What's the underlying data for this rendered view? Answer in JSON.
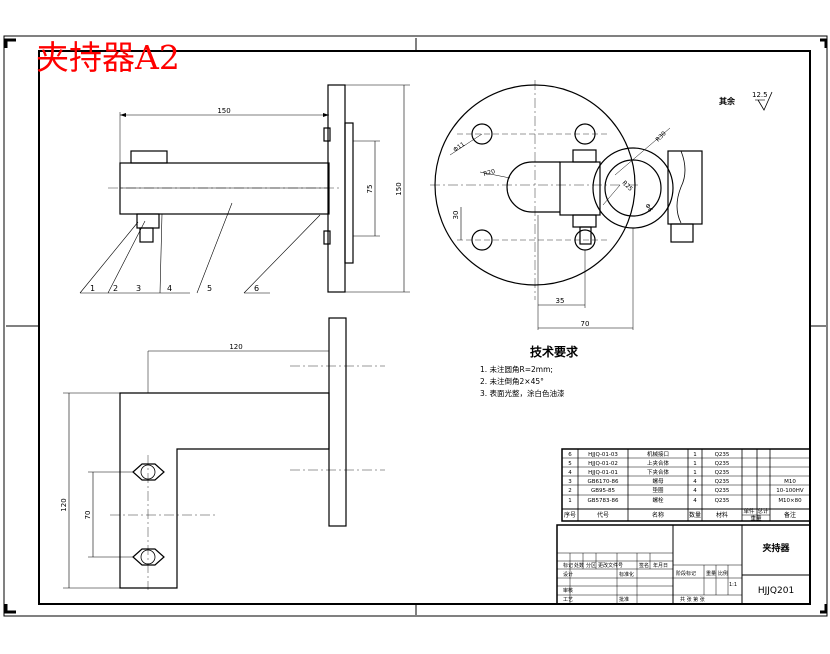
{
  "title": "夹持器A2",
  "roughness": {
    "label": "其余",
    "value": "12.5"
  },
  "dims": {
    "d150_top": "150",
    "d75": "75",
    "d150_side": "150",
    "d35": "35",
    "d70": "70",
    "d120_top": "120",
    "d120_side": "120",
    "d70_side": "70",
    "d30": "30",
    "r20": "R20",
    "r30": "R30",
    "r25": "R25",
    "m_left": "Φ11",
    "m_right": "Φ6"
  },
  "balloons": [
    "1",
    "2",
    "3",
    "4",
    "5",
    "6"
  ],
  "tech": {
    "heading": "技术要求",
    "items": [
      "1. 未注圆角R=2mm;",
      "2. 未注倒角2×45°",
      "3. 表面光整，涂白色油漆"
    ]
  },
  "parts_table": {
    "rows": [
      [
        "6",
        "HJJQ-01-03",
        "机械接口",
        "1",
        "Q235",
        "",
        "",
        ""
      ],
      [
        "5",
        "HJJQ-01-02",
        "上夹合体",
        "1",
        "Q235",
        "",
        "",
        ""
      ],
      [
        "4",
        "HJJQ-01-01",
        "下夹合体",
        "1",
        "Q235",
        "",
        "",
        ""
      ],
      [
        "3",
        "GB6170-86",
        "螺母",
        "4",
        "Q235",
        "",
        "",
        "M10"
      ],
      [
        "2",
        "GB95-85",
        "垫圈",
        "4",
        "Q235",
        "",
        "",
        "10-100HV"
      ],
      [
        "1",
        "GB5783-86",
        "螺栓",
        "4",
        "Q235",
        "",
        "",
        "M10×80"
      ]
    ],
    "header": [
      "序号",
      "代号",
      "名称",
      "数量",
      "材料",
      "单件",
      "总计",
      "备注"
    ],
    "header_sub": "重量"
  },
  "title_block": {
    "name": "夹持器",
    "code": "HJJQ201",
    "scale_label": "比例",
    "weight_label": "重量",
    "stage_label": "阶段标记",
    "scale_value": "1:1",
    "rev_row": [
      "标记",
      "处数",
      "分区",
      "更改文件号",
      "签名",
      "年月日"
    ],
    "design_label": "设计",
    "std_label": "标准化",
    "check_label": "审核",
    "process_label": "工艺",
    "approve_label": "批准",
    "sheet_text": "共  张  第  张"
  }
}
